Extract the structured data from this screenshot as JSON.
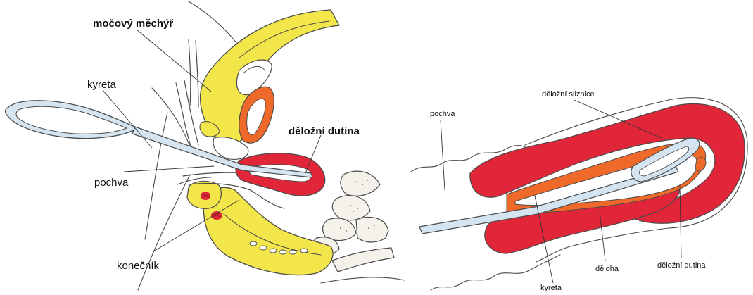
{
  "colors": {
    "tissue_yellow": "#f2e64a",
    "uterus_red": "#e2263a",
    "mucosa_orange": "#ef6a2a",
    "bone": "#f4f2ea",
    "instrument": "#d4e4f0",
    "outline": "#4a4a4a"
  },
  "left_panel": {
    "labels": {
      "bladder": "močový měchýř",
      "curette": "kyreta",
      "uterine_cavity": "děložní dutina",
      "vagina": "pochva",
      "rectum": "konečník"
    }
  },
  "right_panel": {
    "labels": {
      "endometrium": "děložní sliznice",
      "vagina": "pochva",
      "curette": "kyreta",
      "uterus": "děloha",
      "uterine_cavity": "děložní dutina"
    }
  }
}
